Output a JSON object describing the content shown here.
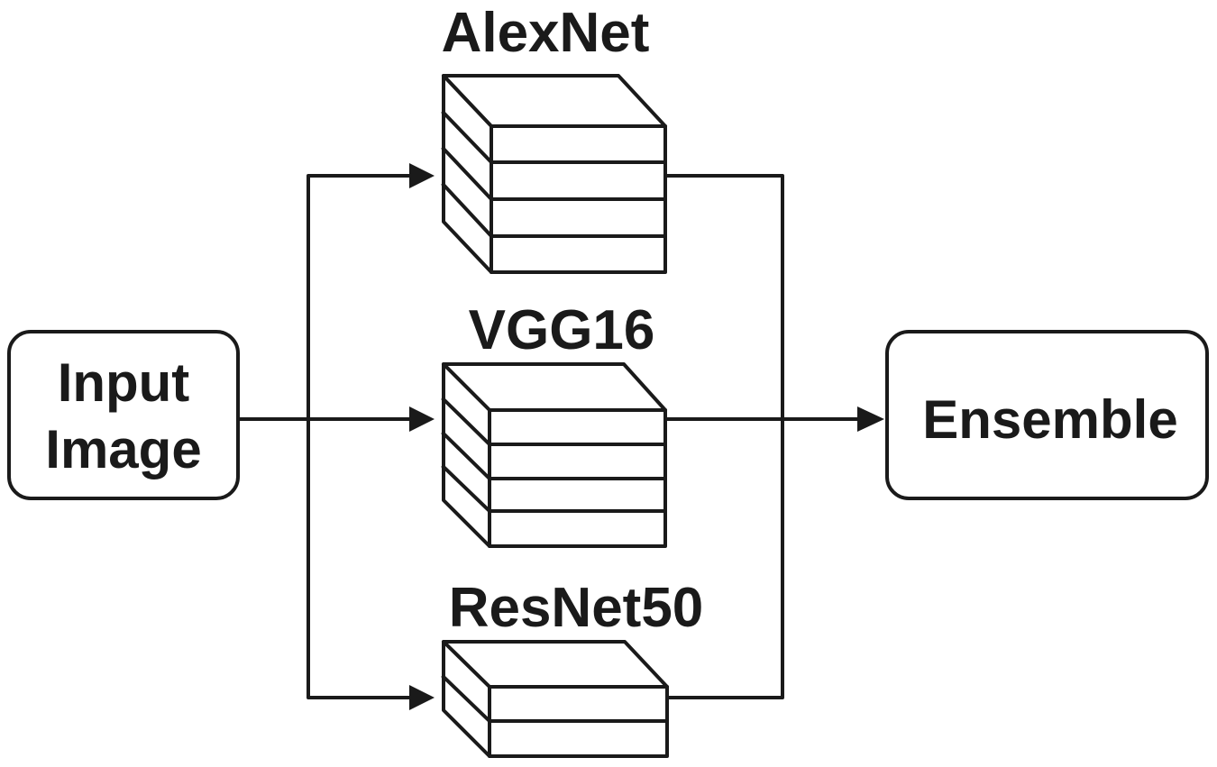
{
  "diagram": {
    "input_node": {
      "lines": [
        "Input",
        "Image"
      ]
    },
    "models": [
      {
        "name": "AlexNet",
        "layers": 4
      },
      {
        "name": "VGG16",
        "layers": 4
      },
      {
        "name": "ResNet50",
        "layers": 2
      }
    ],
    "output_node": {
      "label": "Ensemble"
    },
    "edges": [
      {
        "from": "Input Image",
        "to": "AlexNet"
      },
      {
        "from": "Input Image",
        "to": "VGG16"
      },
      {
        "from": "Input Image",
        "to": "ResNet50"
      },
      {
        "from": "AlexNet",
        "to": "Ensemble"
      },
      {
        "from": "VGG16",
        "to": "Ensemble"
      },
      {
        "from": "ResNet50",
        "to": "Ensemble"
      }
    ],
    "colors": {
      "stroke": "#1a1a1a",
      "background": "#ffffff"
    }
  }
}
